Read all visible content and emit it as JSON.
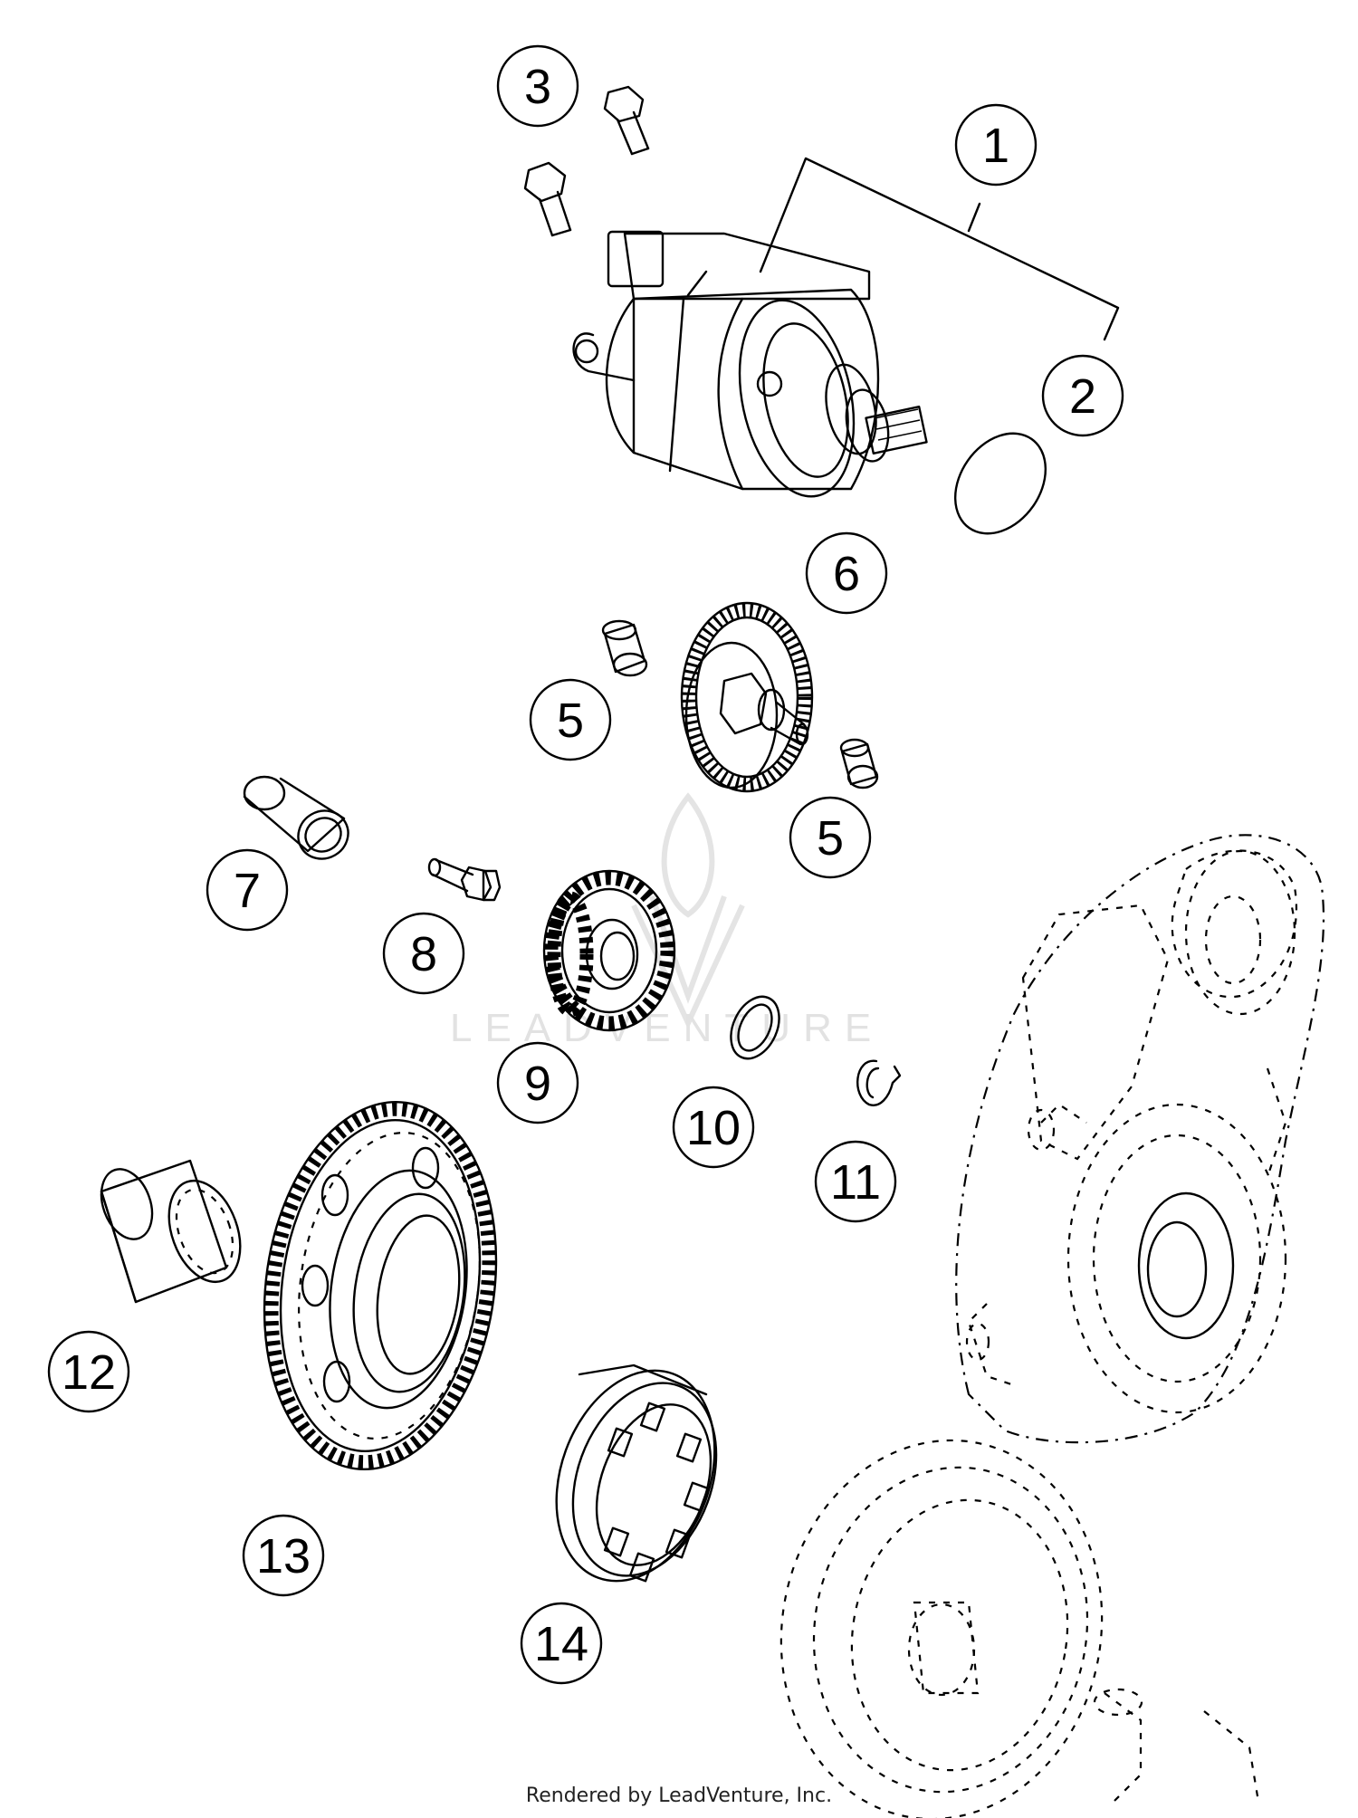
{
  "callouts": [
    {
      "id": "1",
      "text": "1"
    },
    {
      "id": "2",
      "text": "2"
    },
    {
      "id": "3",
      "text": "3"
    },
    {
      "id": "5a",
      "text": "5"
    },
    {
      "id": "5b",
      "text": "5"
    },
    {
      "id": "6",
      "text": "6"
    },
    {
      "id": "7",
      "text": "7"
    },
    {
      "id": "8",
      "text": "8"
    },
    {
      "id": "9",
      "text": "9"
    },
    {
      "id": "10",
      "text": "10"
    },
    {
      "id": "11",
      "text": "11"
    },
    {
      "id": "12",
      "text": "12"
    },
    {
      "id": "13",
      "text": "13"
    },
    {
      "id": "14",
      "text": "14"
    }
  ],
  "watermark": "LEADVENTURE",
  "footer": "Rendered by LeadVenture, Inc."
}
